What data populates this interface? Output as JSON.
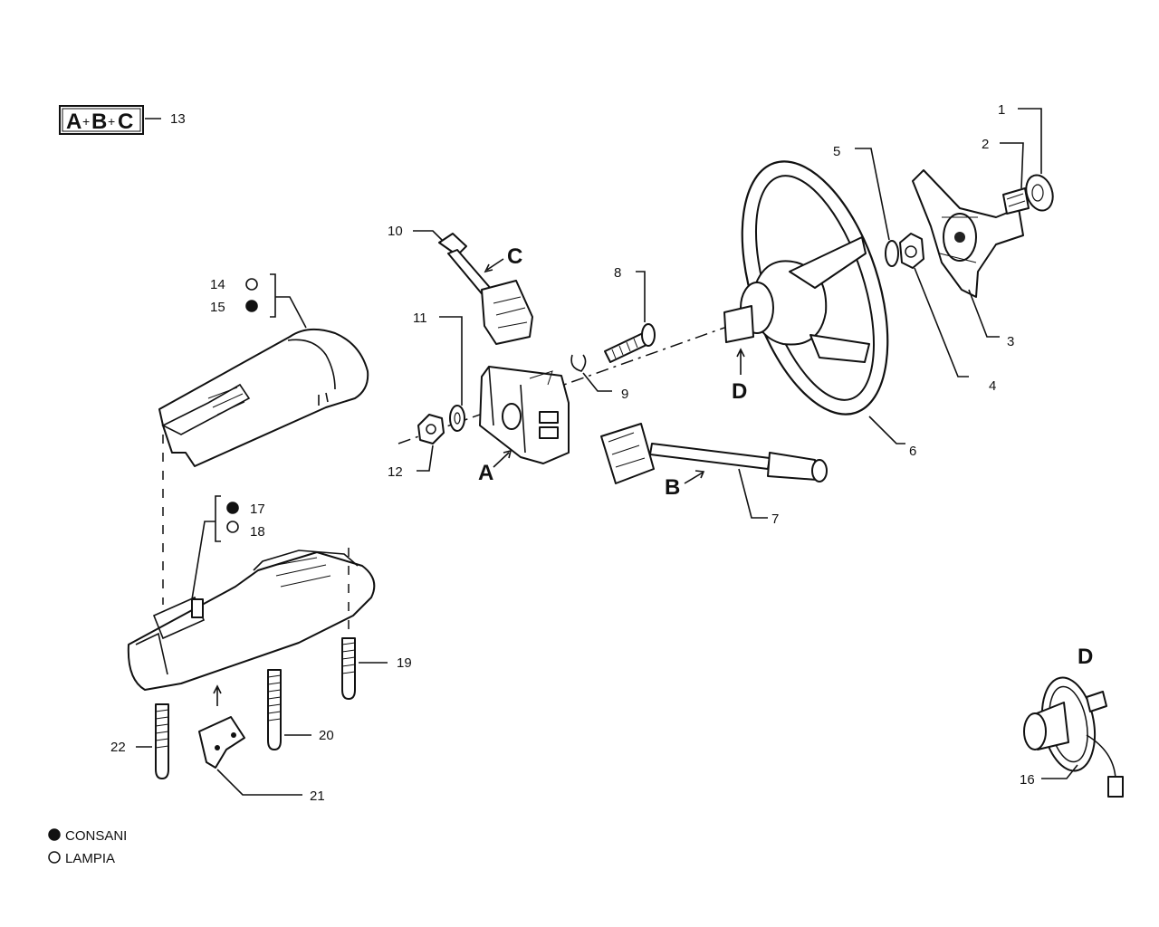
{
  "kit": {
    "label_a": "A",
    "label_b": "B",
    "label_c": "C",
    "sep": "+",
    "ref": "13"
  },
  "callouts": {
    "n1": "1",
    "n2": "2",
    "n3": "3",
    "n4": "4",
    "n5": "5",
    "n6": "6",
    "n7": "7",
    "n8": "8",
    "n9": "9",
    "n10": "10",
    "n11": "11",
    "n12": "12",
    "n14": "14",
    "n15": "15",
    "n16": "16",
    "n17": "17",
    "n18": "18",
    "n19": "19",
    "n20": "20",
    "n21": "21",
    "n22": "22"
  },
  "letters": {
    "A": "A",
    "B": "B",
    "C": "C",
    "D": "D",
    "detail_D": "D"
  },
  "legend": {
    "filled": "CONSANI",
    "hollow": "LAMPIA"
  }
}
